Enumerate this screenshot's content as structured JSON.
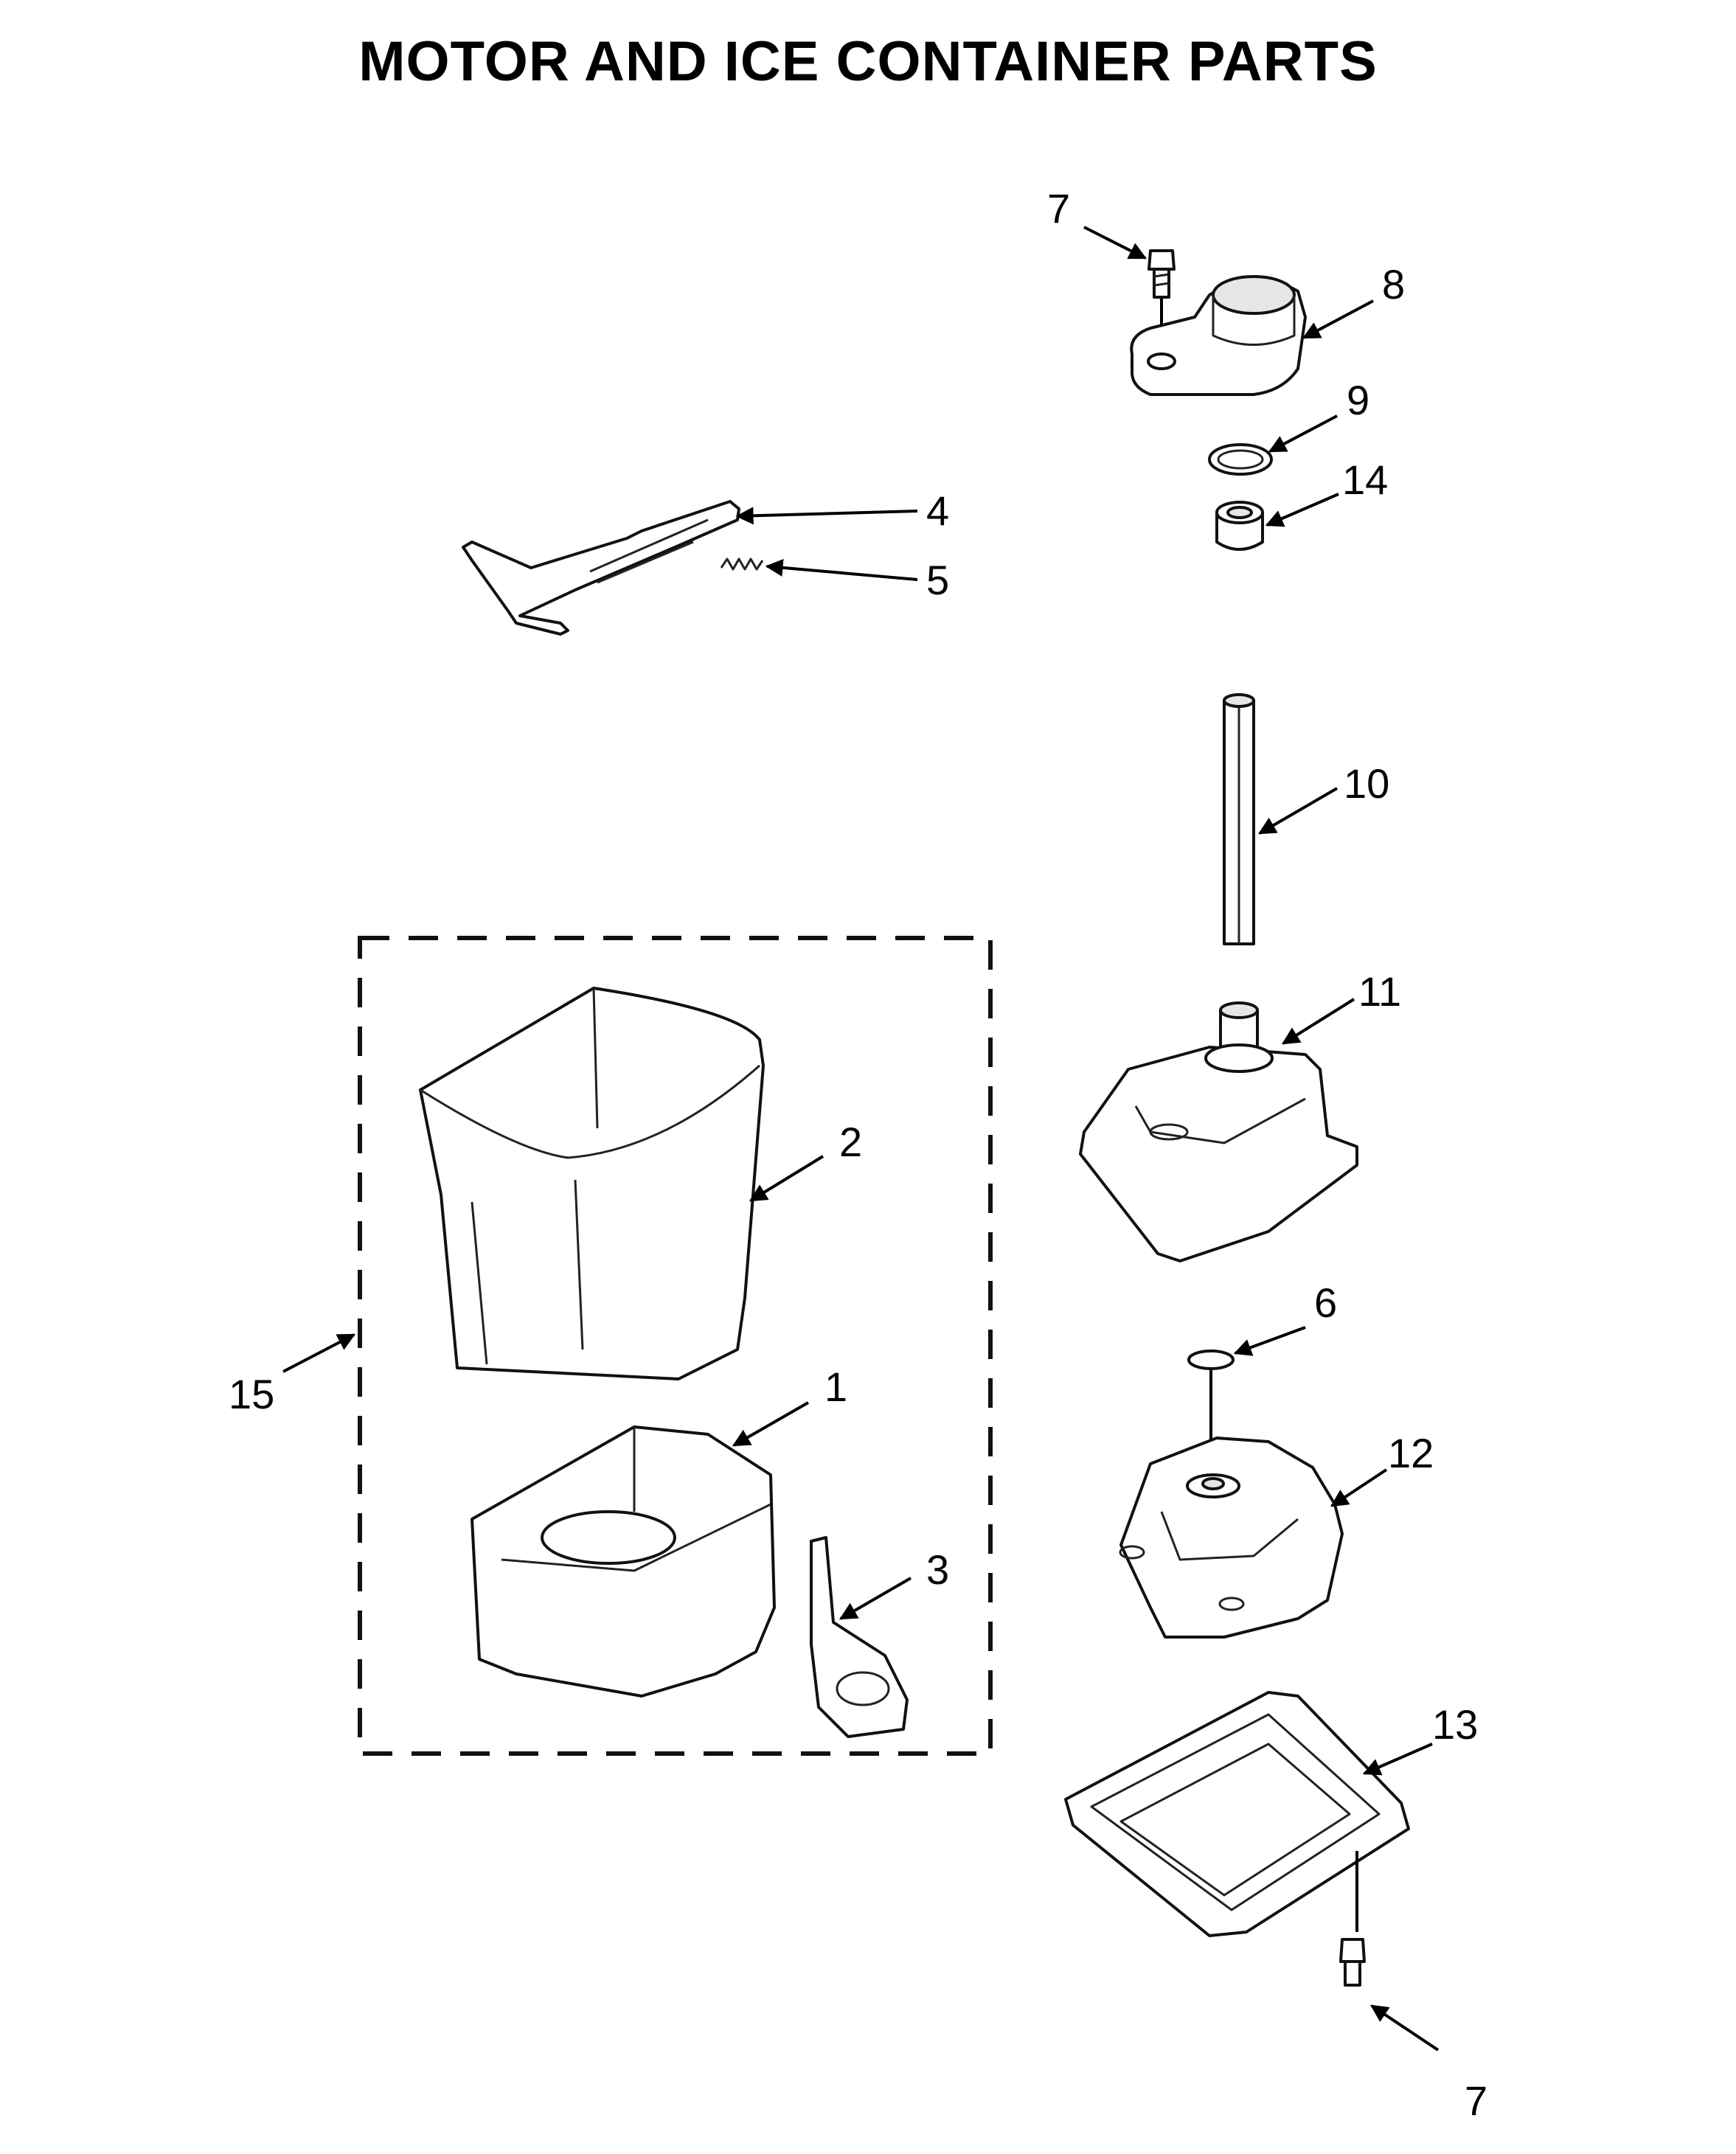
{
  "title": "MOTOR AND ICE CONTAINER PARTS",
  "callouts": [
    {
      "id": "7a",
      "label": "7"
    },
    {
      "id": "8",
      "label": "8"
    },
    {
      "id": "9",
      "label": "9"
    },
    {
      "id": "14",
      "label": "14"
    },
    {
      "id": "4",
      "label": "4"
    },
    {
      "id": "5",
      "label": "5"
    },
    {
      "id": "10",
      "label": "10"
    },
    {
      "id": "11",
      "label": "11"
    },
    {
      "id": "2",
      "label": "2"
    },
    {
      "id": "15",
      "label": "15"
    },
    {
      "id": "1",
      "label": "1"
    },
    {
      "id": "3",
      "label": "3"
    },
    {
      "id": "6",
      "label": "6"
    },
    {
      "id": "12",
      "label": "12"
    },
    {
      "id": "13",
      "label": "13"
    },
    {
      "id": "7b",
      "label": "7"
    }
  ]
}
